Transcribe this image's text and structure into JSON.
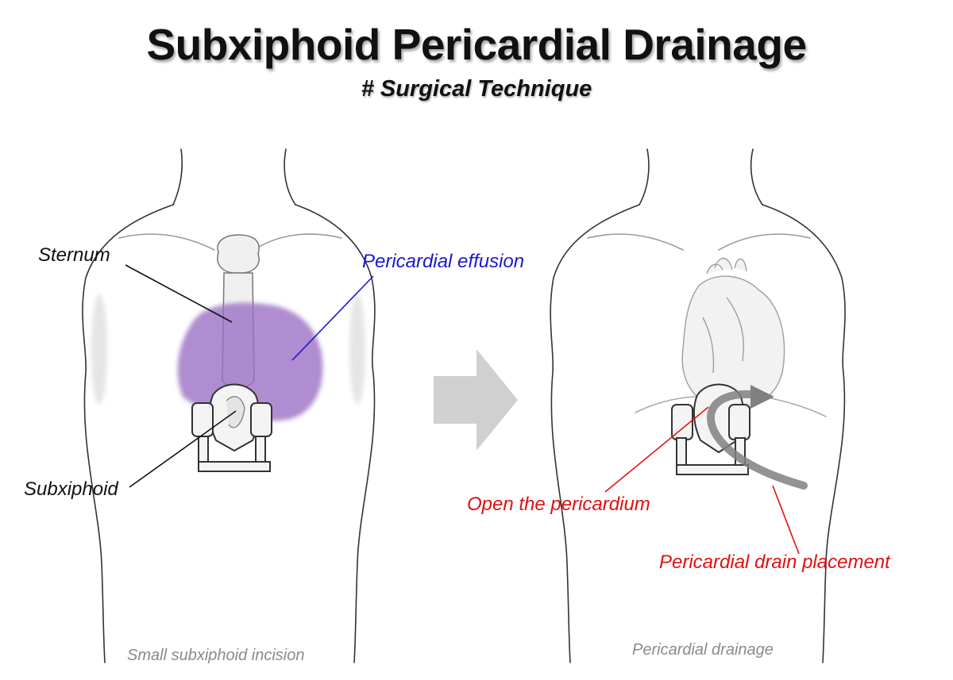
{
  "title": "Subxiphoid Pericardial Drainage",
  "subtitle": "# Surgical Technique",
  "left_panel": {
    "labels": {
      "sternum": "Sternum",
      "effusion": "Pericardial effusion",
      "subxiphoid": "Subxiphoid"
    },
    "caption": "Small subxiphoid incision"
  },
  "right_panel": {
    "labels": {
      "open": "Open the pericardium",
      "drain": "Pericardial drain placement"
    },
    "caption": "Pericardial drainage"
  },
  "colors": {
    "black_label": "#111111",
    "effusion_label": "#1a1acc",
    "red_label": "#e01010",
    "effusion_fill": "#9b6fc4",
    "arrow": "#d0d0d0",
    "drain": "#808080"
  }
}
